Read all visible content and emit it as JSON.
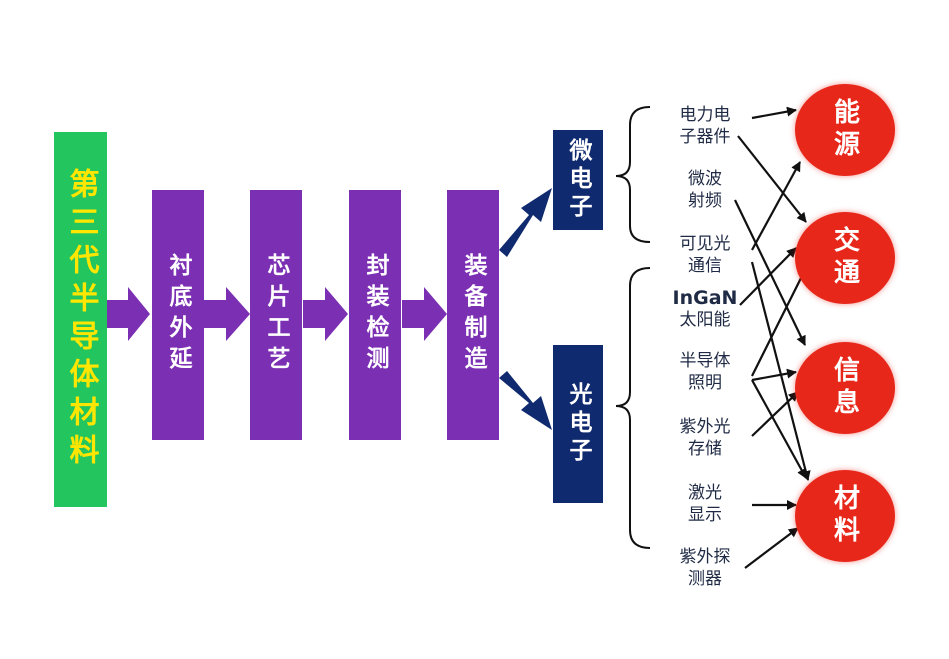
{
  "source_material": "第三代半导体材料",
  "process_steps": [
    "衬底外延",
    "芯片工艺",
    "封装检测",
    "装备制造"
  ],
  "branches": [
    "微电子",
    "光电子"
  ],
  "applications": [
    {
      "lines": [
        "电力电",
        "子器件"
      ]
    },
    {
      "lines": [
        "微波",
        "射频"
      ]
    },
    {
      "lines": [
        "可见光",
        "通信"
      ]
    },
    {
      "lines": [
        "InGaN",
        "太阳能"
      ]
    },
    {
      "lines": [
        "半导体",
        "照明"
      ]
    },
    {
      "lines": [
        "紫外光",
        "存储"
      ]
    },
    {
      "lines": [
        "激光",
        "显示"
      ]
    },
    {
      "lines": [
        "紫外探",
        "测器"
      ]
    }
  ],
  "fields": [
    "能源",
    "交通",
    "信息",
    "材料"
  ],
  "colors": {
    "source": "#22c55e",
    "source_text": "#ffe600",
    "process": "#7b2fb3",
    "branch": "#0f2a6e",
    "field": "#e8271b",
    "line": "#111111"
  }
}
